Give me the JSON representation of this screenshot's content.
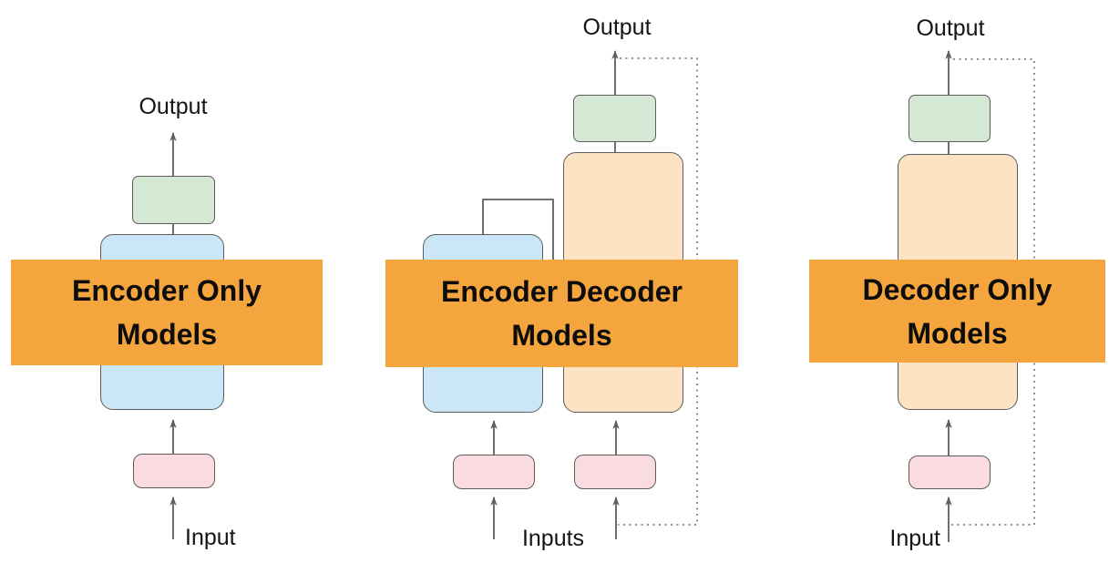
{
  "diagrams": [
    {
      "id": "encoder-only",
      "title_lines": [
        "Encoder Only",
        "Models"
      ],
      "output_label": "Output",
      "input_label": "Input"
    },
    {
      "id": "encoder-decoder",
      "title_lines": [
        "Encoder Decoder",
        "Models"
      ],
      "output_label": "Output",
      "input_label": "Inputs"
    },
    {
      "id": "decoder-only",
      "title_lines": [
        "Decoder Only",
        "Models"
      ],
      "output_label": "Output",
      "input_label": "Input"
    }
  ],
  "colors": {
    "bg": "#ffffff",
    "banner_fill": "#f5a53e",
    "banner_text": "#0d0d0d",
    "head_fill": "#d5e8d4",
    "encoder_fill": "#cbe7f7",
    "decoder_fill": "#fbe3c3",
    "embed_fill": "#fadce0",
    "box_border": "#5c5c5c",
    "line_color": "#5f5f5f",
    "dotted_color": "#7d7d7d",
    "label_color": "#141414"
  }
}
